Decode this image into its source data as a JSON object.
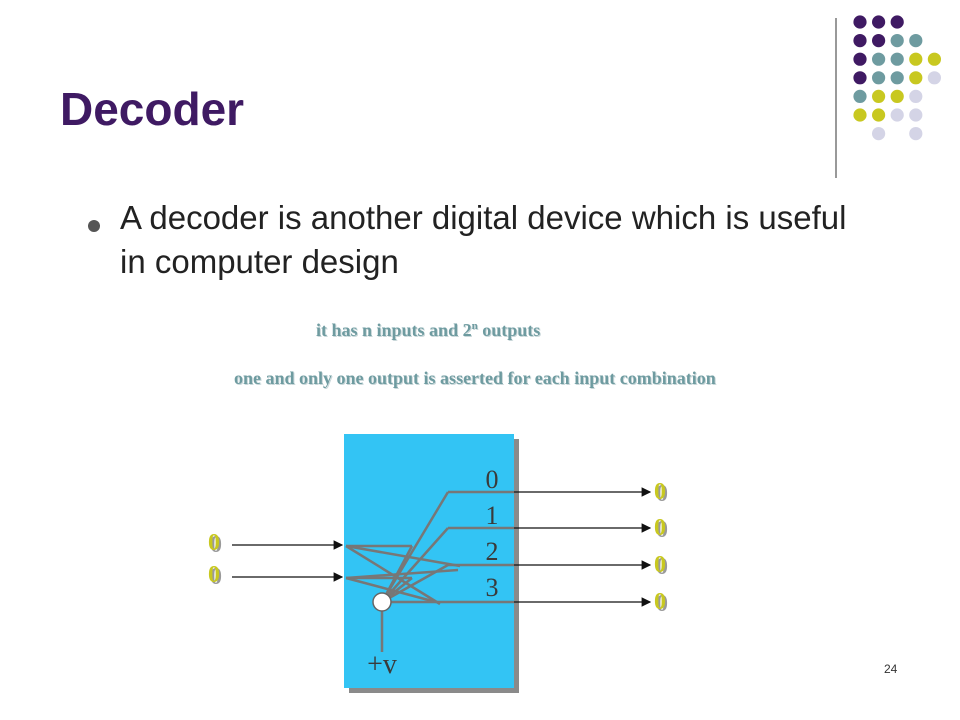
{
  "slide": {
    "title": "Decoder",
    "bullet": "A decoder is another digital device which is useful in computer design",
    "note_1": {
      "pre": "it has n inputs and 2",
      "sup": "n",
      "post": " outputs"
    },
    "note_2": "one and only one output is asserted for each input combination",
    "page_number": "24"
  },
  "diagram": {
    "output_labels": [
      "0",
      "1",
      "2",
      "3"
    ],
    "supply_label": "+v",
    "input_values": [
      "0",
      "0"
    ],
    "output_values": [
      "0",
      "0",
      "0",
      "0"
    ]
  },
  "colors": {
    "title": "#3f1a63",
    "box": "#33c4f4",
    "note": "#6e9ba0",
    "bit": "#c8c820",
    "purple": "#3f1a63",
    "teal": "#6e9ba0",
    "yellow": "#c8c820",
    "lavender": "#d4d4e6"
  }
}
